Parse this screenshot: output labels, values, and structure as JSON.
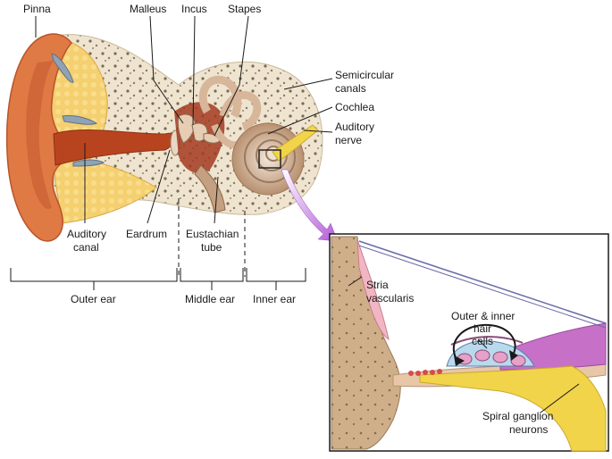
{
  "labels": {
    "pinna": "Pinna",
    "malleus": "Malleus",
    "incus": "Incus",
    "stapes": "Stapes",
    "semicircular_1": "Semicircular",
    "semicircular_2": "canals",
    "cochlea": "Cochlea",
    "auditory_nerve_1": "Auditory",
    "auditory_nerve_2": "nerve",
    "auditory_canal_1": "Auditory",
    "auditory_canal_2": "canal",
    "eardrum": "Eardrum",
    "eustachian_1": "Eustachian",
    "eustachian_2": "tube",
    "outer_ear": "Outer ear",
    "middle_ear": "Middle ear",
    "inner_ear": "Inner ear",
    "stria_1": "Stria",
    "stria_2": "vascularis",
    "hair_cells_1": "Outer & inner",
    "hair_cells_2": "hair",
    "hair_cells_3": "cells",
    "spiral_1": "Spiral ganglion",
    "spiral_2": "neurons"
  },
  "colors": {
    "skin": "#e07a45",
    "skin_dark": "#b9532a",
    "canal": "#b8441f",
    "bone": "#efe4cf",
    "fat": "#f5d070",
    "cochlea": "#d9b79c",
    "nerve": "#f2d44a",
    "magnify_arrow": "#b15ad6",
    "stria": "#f2b6c3",
    "membrane": "#c9c4e6",
    "purple": "#c670c8",
    "tissue": "#cfae8a"
  }
}
